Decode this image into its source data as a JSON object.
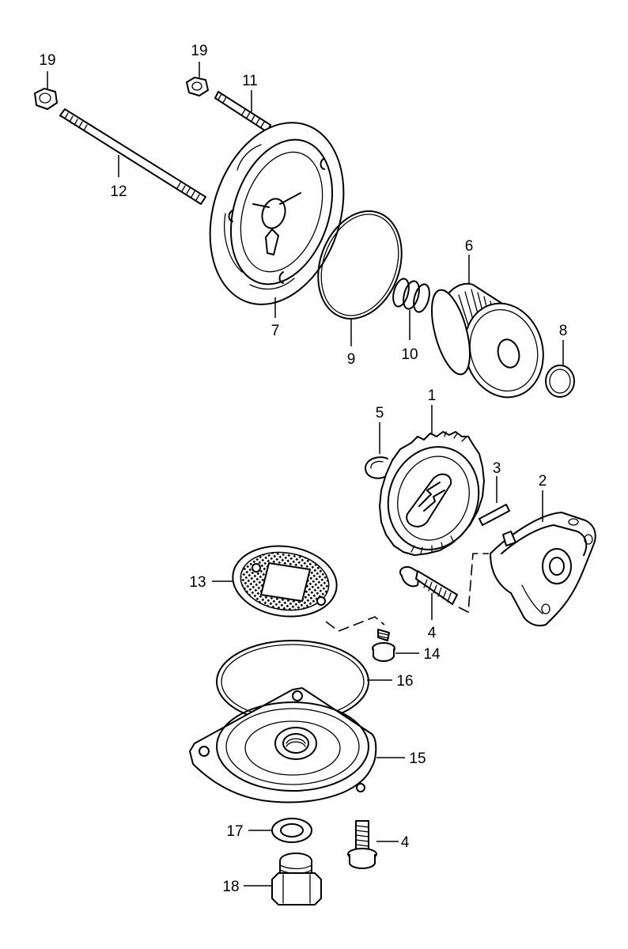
{
  "callouts": {
    "c19a": "19",
    "c19b": "19",
    "c11": "11",
    "c12": "12",
    "c7": "7",
    "c9": "9",
    "c10": "10",
    "c6": "6",
    "c8": "8",
    "c5": "5",
    "c1": "1",
    "c3": "3",
    "c2": "2",
    "c13": "13",
    "c4a": "4",
    "c14": "14",
    "c16": "16",
    "c15": "15",
    "c17": "17",
    "c4b": "4",
    "c18": "18"
  }
}
